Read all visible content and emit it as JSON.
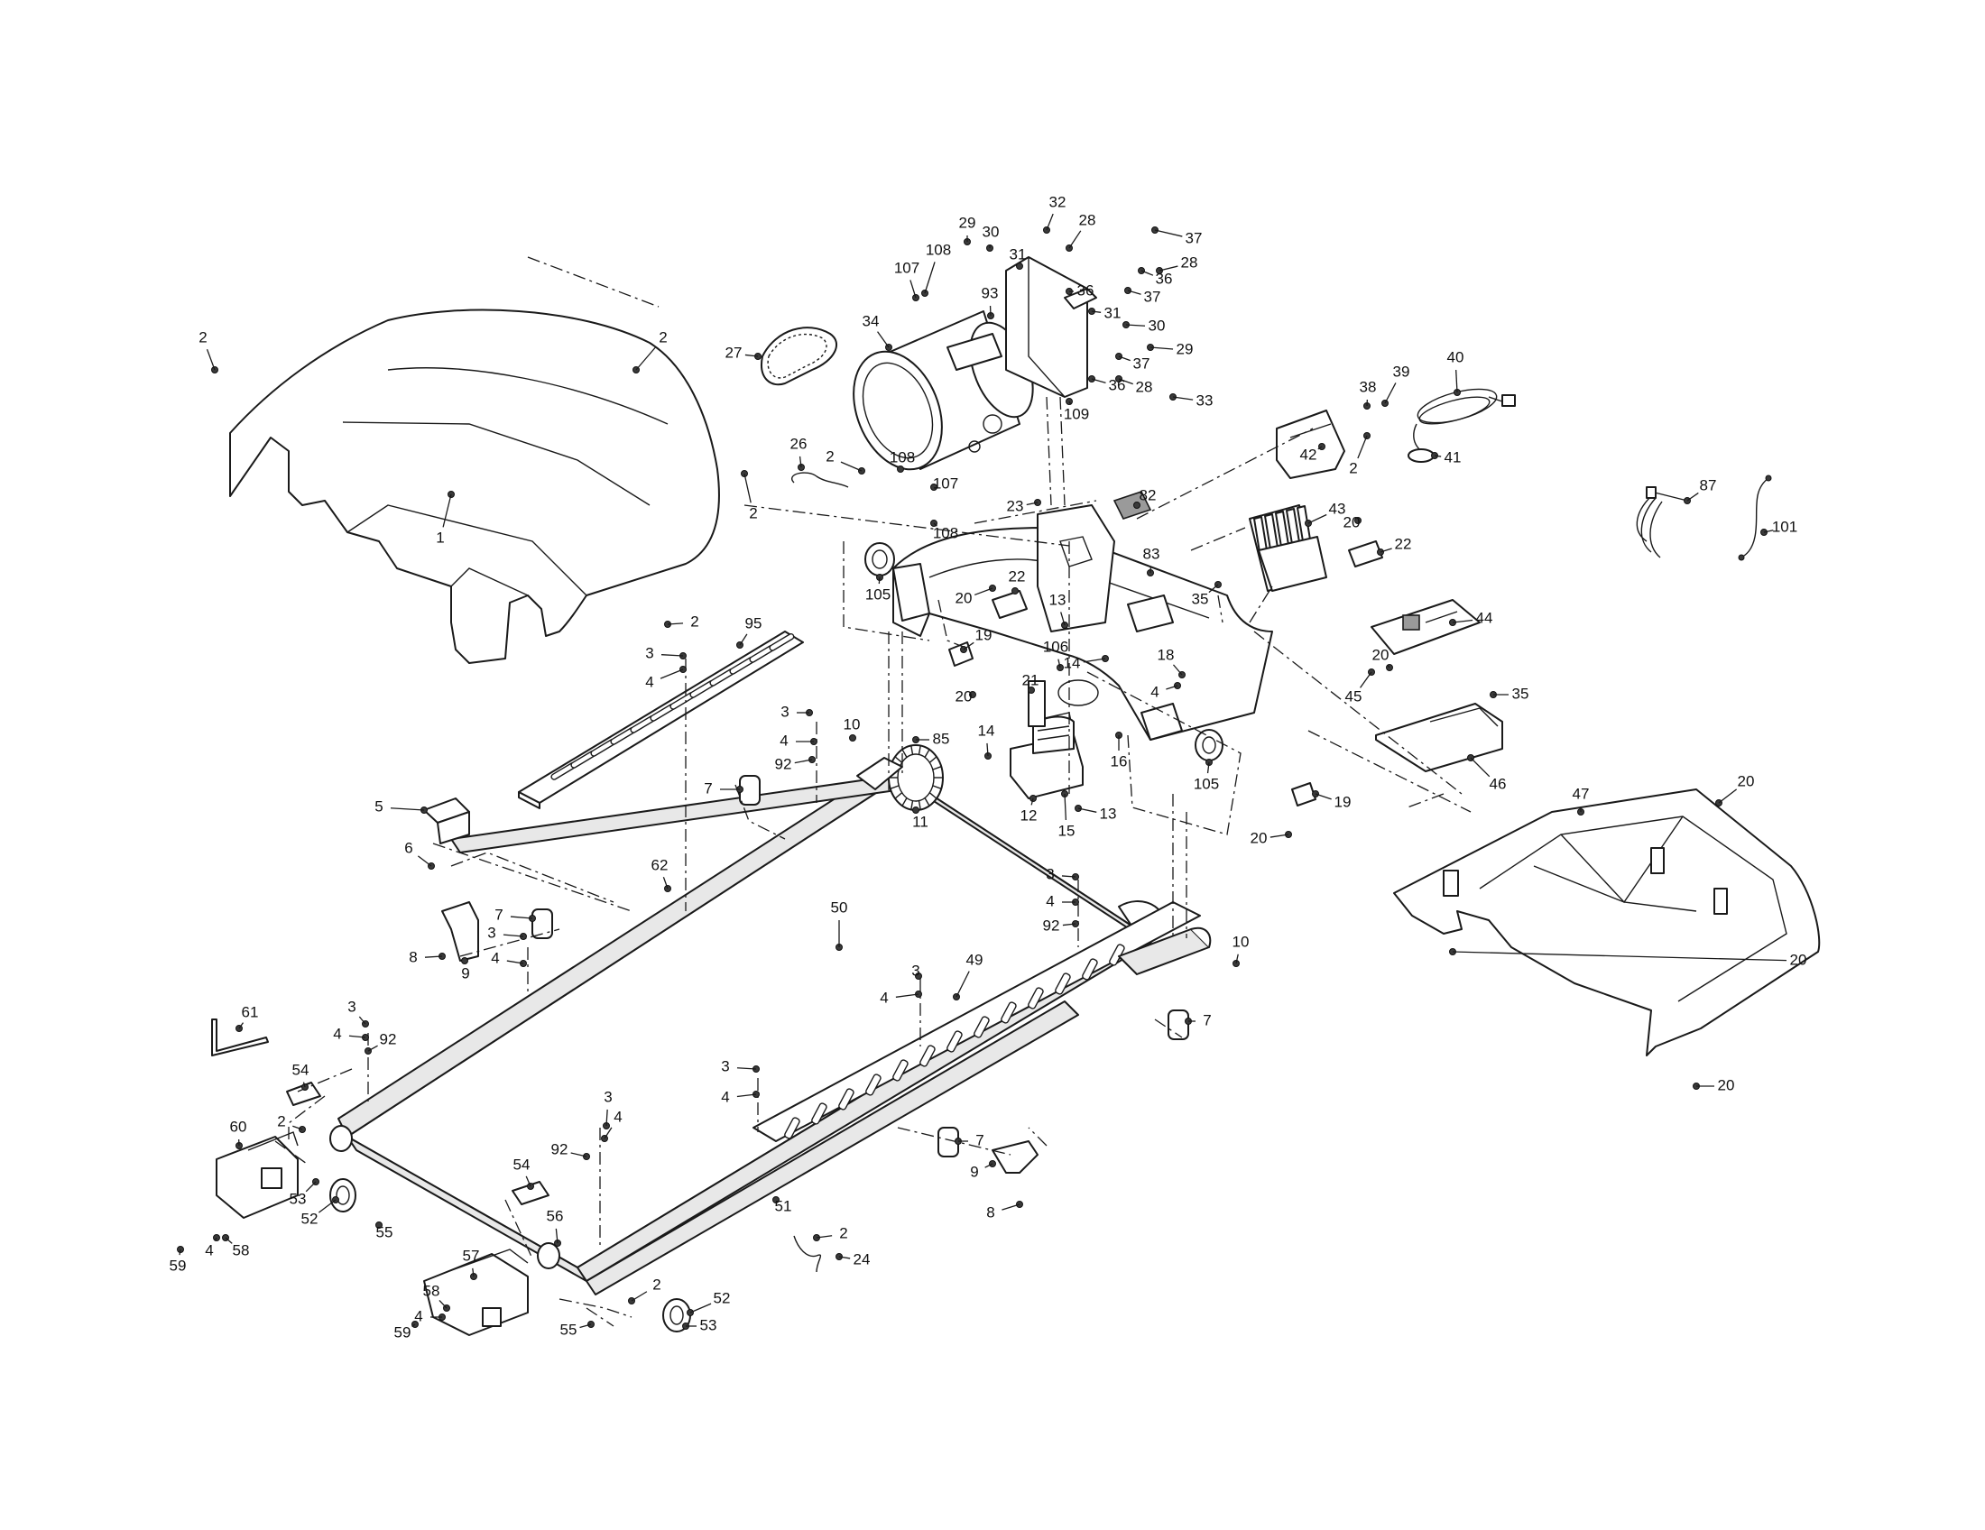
{
  "diagram": {
    "callouts": [
      {
        "id": "c1",
        "text": "1"
      },
      {
        "id": "c2a",
        "text": "2"
      },
      {
        "id": "c2b",
        "text": "2"
      },
      {
        "id": "c2c",
        "text": "2"
      },
      {
        "id": "c2d",
        "text": "2"
      },
      {
        "id": "c2e",
        "text": "2"
      },
      {
        "id": "c2f",
        "text": "2"
      },
      {
        "id": "c2g",
        "text": "2"
      },
      {
        "id": "c2h",
        "text": "2"
      },
      {
        "id": "c2i",
        "text": "2"
      },
      {
        "id": "c3a",
        "text": "3"
      },
      {
        "id": "c3b",
        "text": "3"
      },
      {
        "id": "c3c",
        "text": "3"
      },
      {
        "id": "c3d",
        "text": "3"
      },
      {
        "id": "c3e",
        "text": "3"
      },
      {
        "id": "c3f",
        "text": "3"
      },
      {
        "id": "c3g",
        "text": "3"
      },
      {
        "id": "c3h",
        "text": "3"
      },
      {
        "id": "c4a",
        "text": "4"
      },
      {
        "id": "c4b",
        "text": "4"
      },
      {
        "id": "c4c",
        "text": "4"
      },
      {
        "id": "c4d",
        "text": "4"
      },
      {
        "id": "c4e",
        "text": "4"
      },
      {
        "id": "c4f",
        "text": "4"
      },
      {
        "id": "c4g",
        "text": "4"
      },
      {
        "id": "c4h",
        "text": "4"
      },
      {
        "id": "c4i",
        "text": "4"
      },
      {
        "id": "c4j",
        "text": "4"
      },
      {
        "id": "c4k",
        "text": "4"
      },
      {
        "id": "c5",
        "text": "5"
      },
      {
        "id": "c6",
        "text": "6"
      },
      {
        "id": "c7a",
        "text": "7"
      },
      {
        "id": "c7b",
        "text": "7"
      },
      {
        "id": "c7c",
        "text": "7"
      },
      {
        "id": "c7d",
        "text": "7"
      },
      {
        "id": "c8a",
        "text": "8"
      },
      {
        "id": "c8b",
        "text": "8"
      },
      {
        "id": "c9a",
        "text": "9"
      },
      {
        "id": "c9b",
        "text": "9"
      },
      {
        "id": "c10a",
        "text": "10"
      },
      {
        "id": "c10b",
        "text": "10"
      },
      {
        "id": "c11",
        "text": "11"
      },
      {
        "id": "c12",
        "text": "12"
      },
      {
        "id": "c13a",
        "text": "13"
      },
      {
        "id": "c13b",
        "text": "13"
      },
      {
        "id": "c14a",
        "text": "14"
      },
      {
        "id": "c14b",
        "text": "14"
      },
      {
        "id": "c15",
        "text": "15"
      },
      {
        "id": "c16",
        "text": "16"
      },
      {
        "id": "c18",
        "text": "18"
      },
      {
        "id": "c19a",
        "text": "19"
      },
      {
        "id": "c19b",
        "text": "19"
      },
      {
        "id": "c20a",
        "text": "20"
      },
      {
        "id": "c20b",
        "text": "20"
      },
      {
        "id": "c20c",
        "text": "20"
      },
      {
        "id": "c20d",
        "text": "20"
      },
      {
        "id": "c20e",
        "text": "20"
      },
      {
        "id": "c20f",
        "text": "20"
      },
      {
        "id": "c20g",
        "text": "20"
      },
      {
        "id": "c20h",
        "text": "20"
      },
      {
        "id": "c21",
        "text": "21"
      },
      {
        "id": "c22a",
        "text": "22"
      },
      {
        "id": "c22b",
        "text": "22"
      },
      {
        "id": "c23",
        "text": "23"
      },
      {
        "id": "c24",
        "text": "24"
      },
      {
        "id": "c26",
        "text": "26"
      },
      {
        "id": "c27",
        "text": "27"
      },
      {
        "id": "c28a",
        "text": "28"
      },
      {
        "id": "c28b",
        "text": "28"
      },
      {
        "id": "c28c",
        "text": "28"
      },
      {
        "id": "c29a",
        "text": "29"
      },
      {
        "id": "c29b",
        "text": "29"
      },
      {
        "id": "c30a",
        "text": "30"
      },
      {
        "id": "c30b",
        "text": "30"
      },
      {
        "id": "c31a",
        "text": "31"
      },
      {
        "id": "c31b",
        "text": "31"
      },
      {
        "id": "c32",
        "text": "32"
      },
      {
        "id": "c33",
        "text": "33"
      },
      {
        "id": "c34",
        "text": "34"
      },
      {
        "id": "c35a",
        "text": "35"
      },
      {
        "id": "c35b",
        "text": "35"
      },
      {
        "id": "c36a",
        "text": "36"
      },
      {
        "id": "c36b",
        "text": "36"
      },
      {
        "id": "c36c",
        "text": "36"
      },
      {
        "id": "c37a",
        "text": "37"
      },
      {
        "id": "c37b",
        "text": "37"
      },
      {
        "id": "c37c",
        "text": "37"
      },
      {
        "id": "c38",
        "text": "38"
      },
      {
        "id": "c39",
        "text": "39"
      },
      {
        "id": "c40",
        "text": "40"
      },
      {
        "id": "c41",
        "text": "41"
      },
      {
        "id": "c42",
        "text": "42"
      },
      {
        "id": "c43",
        "text": "43"
      },
      {
        "id": "c44",
        "text": "44"
      },
      {
        "id": "c45",
        "text": "45"
      },
      {
        "id": "c46",
        "text": "46"
      },
      {
        "id": "c47",
        "text": "47"
      },
      {
        "id": "c49",
        "text": "49"
      },
      {
        "id": "c50",
        "text": "50"
      },
      {
        "id": "c51",
        "text": "51"
      },
      {
        "id": "c52a",
        "text": "52"
      },
      {
        "id": "c52b",
        "text": "52"
      },
      {
        "id": "c53a",
        "text": "53"
      },
      {
        "id": "c53b",
        "text": "53"
      },
      {
        "id": "c54a",
        "text": "54"
      },
      {
        "id": "c54b",
        "text": "54"
      },
      {
        "id": "c55a",
        "text": "55"
      },
      {
        "id": "c55b",
        "text": "55"
      },
      {
        "id": "c56",
        "text": "56"
      },
      {
        "id": "c57",
        "text": "57"
      },
      {
        "id": "c58a",
        "text": "58"
      },
      {
        "id": "c58b",
        "text": "58"
      },
      {
        "id": "c59a",
        "text": "59"
      },
      {
        "id": "c59b",
        "text": "59"
      },
      {
        "id": "c60",
        "text": "60"
      },
      {
        "id": "c61",
        "text": "61"
      },
      {
        "id": "c62",
        "text": "62"
      },
      {
        "id": "c82",
        "text": "82"
      },
      {
        "id": "c83",
        "text": "83"
      },
      {
        "id": "c85",
        "text": "85"
      },
      {
        "id": "c87",
        "text": "87"
      },
      {
        "id": "c92a",
        "text": "92"
      },
      {
        "id": "c92b",
        "text": "92"
      },
      {
        "id": "c92c",
        "text": "92"
      },
      {
        "id": "c92d",
        "text": "92"
      },
      {
        "id": "c93",
        "text": "93"
      },
      {
        "id": "c95",
        "text": "95"
      },
      {
        "id": "c101",
        "text": "101"
      },
      {
        "id": "c105a",
        "text": "105"
      },
      {
        "id": "c105b",
        "text": "105"
      },
      {
        "id": "c106",
        "text": "106"
      },
      {
        "id": "c107a",
        "text": "107"
      },
      {
        "id": "c107b",
        "text": "107"
      },
      {
        "id": "c108a",
        "text": "108"
      },
      {
        "id": "c108b",
        "text": "108"
      },
      {
        "id": "c108c",
        "text": "108"
      },
      {
        "id": "c109",
        "text": "109"
      }
    ]
  }
}
